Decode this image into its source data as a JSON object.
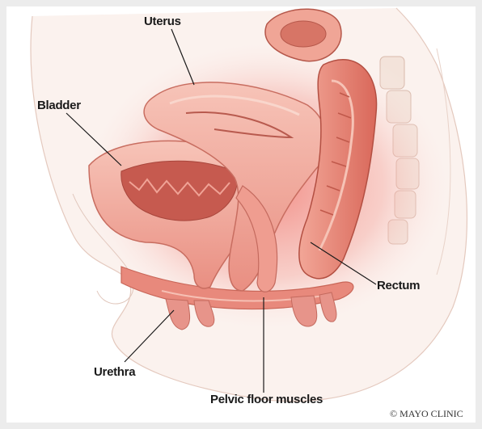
{
  "labels": {
    "uterus": "Uterus",
    "bladder": "Bladder",
    "rectum": "Rectum",
    "urethra": "Urethra",
    "pelvic_floor": "Pelvic floor muscles"
  },
  "credit": "© MAYO CLINIC"
}
